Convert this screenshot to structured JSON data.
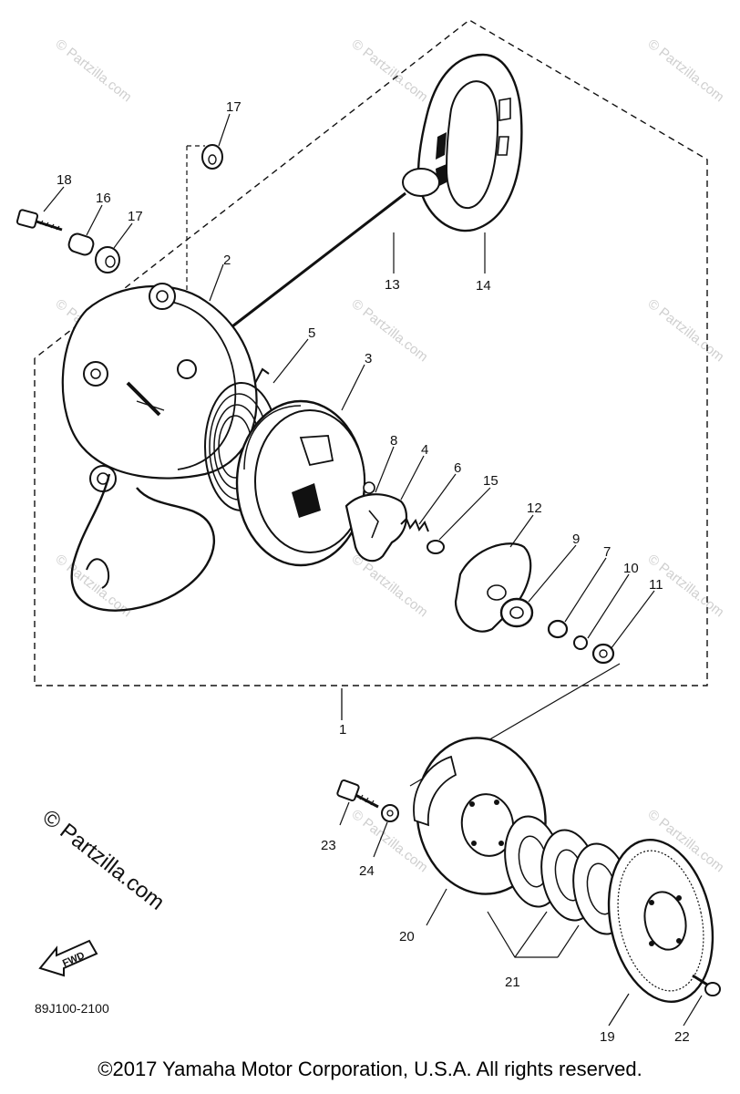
{
  "callouts": [
    {
      "id": "c1",
      "text": "1"
    },
    {
      "id": "c2",
      "text": "2"
    },
    {
      "id": "c3",
      "text": "3"
    },
    {
      "id": "c4",
      "text": "4"
    },
    {
      "id": "c5",
      "text": "5"
    },
    {
      "id": "c6",
      "text": "6"
    },
    {
      "id": "c7",
      "text": "7"
    },
    {
      "id": "c8",
      "text": "8"
    },
    {
      "id": "c9",
      "text": "9"
    },
    {
      "id": "c10",
      "text": "10"
    },
    {
      "id": "c11",
      "text": "11"
    },
    {
      "id": "c12",
      "text": "12"
    },
    {
      "id": "c13",
      "text": "13"
    },
    {
      "id": "c14",
      "text": "14"
    },
    {
      "id": "c15",
      "text": "15"
    },
    {
      "id": "c16",
      "text": "16"
    },
    {
      "id": "c17a",
      "text": "17"
    },
    {
      "id": "c17b",
      "text": "17"
    },
    {
      "id": "c18",
      "text": "18"
    },
    {
      "id": "c19",
      "text": "19"
    },
    {
      "id": "c20",
      "text": "20"
    },
    {
      "id": "c21",
      "text": "21"
    },
    {
      "id": "c22",
      "text": "22"
    },
    {
      "id": "c23",
      "text": "23"
    },
    {
      "id": "c24",
      "text": "24"
    }
  ],
  "brand_watermark": "© Partzilla.com",
  "faint_watermark": "© Partzilla.com",
  "fwd_label": "FWD",
  "part_number": "89J100-2100",
  "copyright": "©2017 Yamaha Motor Corporation, U.S.A. All rights reserved.",
  "colors": {
    "ink": "#111111",
    "watermark": "#cfcfcf",
    "background": "#ffffff"
  }
}
